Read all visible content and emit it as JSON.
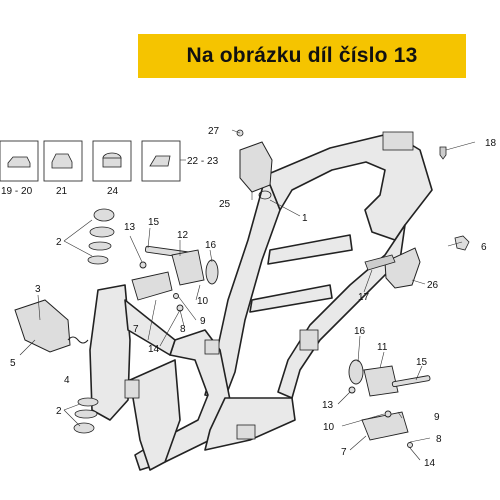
{
  "banner": {
    "text": "Na obrázku díl číslo 13",
    "color": "#f5c400"
  },
  "callouts": {
    "c1": "1",
    "c2a": "2",
    "c2b": "2",
    "c3": "3",
    "c4": "4",
    "c5": "5",
    "c6": "6",
    "c7a": "7",
    "c7b": "7",
    "c8a": "8",
    "c8b": "8",
    "c9a": "9",
    "c9b": "9",
    "c10a": "10",
    "c10b": "10",
    "c11": "11",
    "c12": "12",
    "c13a": "13",
    "c13b": "13",
    "c14a": "14",
    "c14b": "14",
    "c15a": "15",
    "c15b": "15",
    "c16a": "16",
    "c16b": "16",
    "c17": "17",
    "c18": "18",
    "c1920": "19 - 20",
    "c21": "21",
    "c2223": "22 - 23",
    "c24": "24",
    "c25": "25",
    "c26": "26",
    "c27": "27"
  },
  "colors": {
    "frame_fill": "#e9e9e9",
    "frame_stroke": "#222222",
    "leader": "#333333"
  }
}
